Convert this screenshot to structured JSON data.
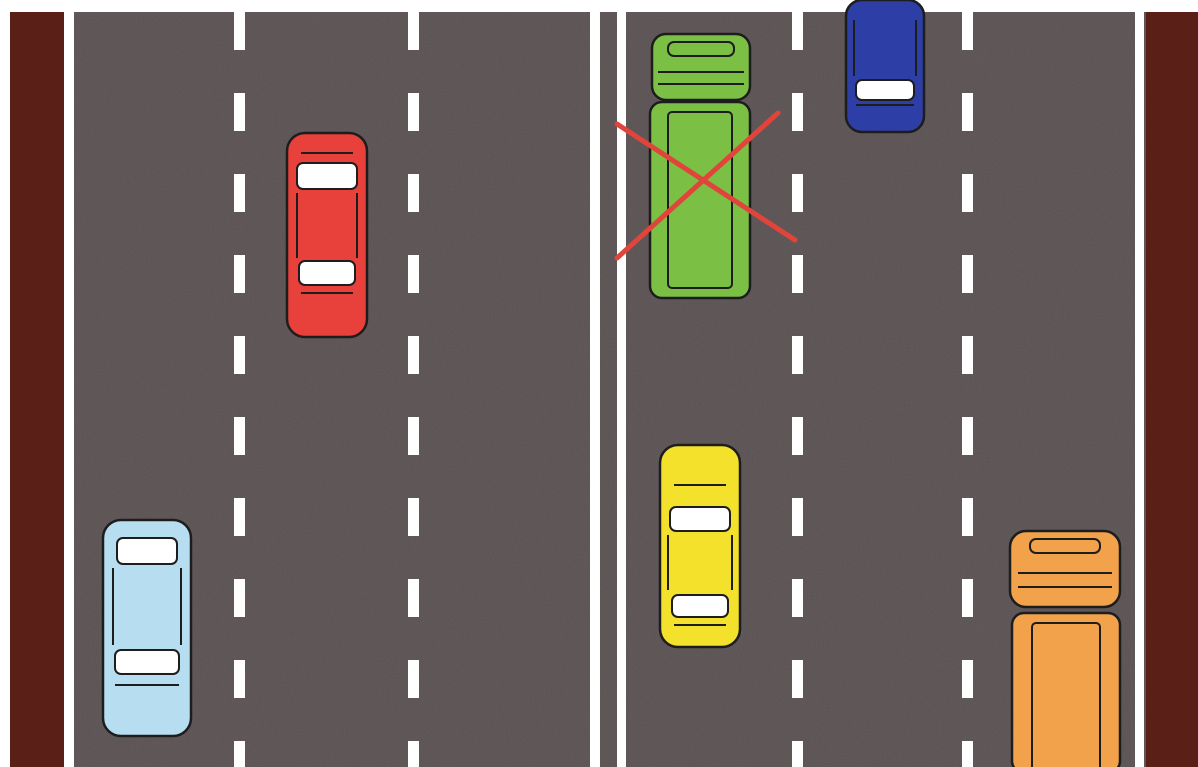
{
  "scene": {
    "description_type": "road-diagram",
    "roadway": {
      "direction_groups": 2,
      "lanes_per_group": 3,
      "has_median_double_line": true
    },
    "vehicles": [
      {
        "id": "red-car",
        "kind": "car",
        "color": "#e8403a",
        "lane": "left-group-lane-2",
        "crossed_out": false
      },
      {
        "id": "light-blue-car",
        "kind": "car",
        "color": "#b7def0",
        "lane": "left-group-lane-1",
        "crossed_out": false
      },
      {
        "id": "green-truck",
        "kind": "truck",
        "color": "#7cbf45",
        "lane": "right-group-lane-1",
        "crossed_out": true
      },
      {
        "id": "blue-car",
        "kind": "car",
        "color": "#2d3fa6",
        "lane": "right-group-lane-2",
        "crossed_out": false
      },
      {
        "id": "yellow-car",
        "kind": "car",
        "color": "#f3e12b",
        "lane": "right-group-lane-1",
        "crossed_out": false
      },
      {
        "id": "orange-truck",
        "kind": "truck",
        "color": "#f1a24b",
        "lane": "right-group-lane-3",
        "crossed_out": false
      }
    ],
    "colors": {
      "asphalt": "#5a5152",
      "shoulder": "#5a1f16",
      "markings": "#ffffff",
      "cross": "#e0443a"
    }
  }
}
